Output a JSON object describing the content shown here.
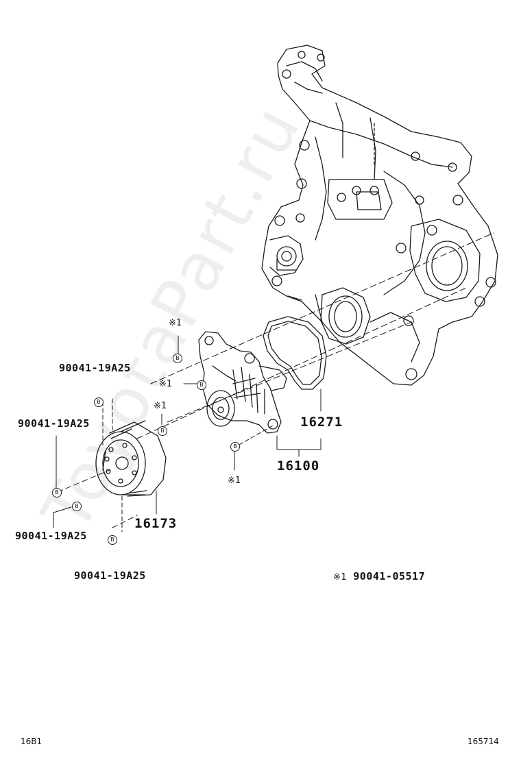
{
  "watermark": "ToyotaPart.ru",
  "bolt_labels": {
    "top": "90041-19A25",
    "left_mid": "90041-19A25",
    "left_low": "90041-19A25",
    "bottom": "90041-19A25"
  },
  "ref_marks": {
    "a": "※1",
    "b": "※1",
    "c": "※1",
    "d": "※1"
  },
  "part_numbers": {
    "gasket": "16271",
    "pump": "16100",
    "pulley": "16173"
  },
  "bolt_marker_letter": "B",
  "legend": {
    "mark": "※1",
    "part": "90041-05517"
  },
  "footer": {
    "left": "16B1",
    "right": "165714"
  }
}
